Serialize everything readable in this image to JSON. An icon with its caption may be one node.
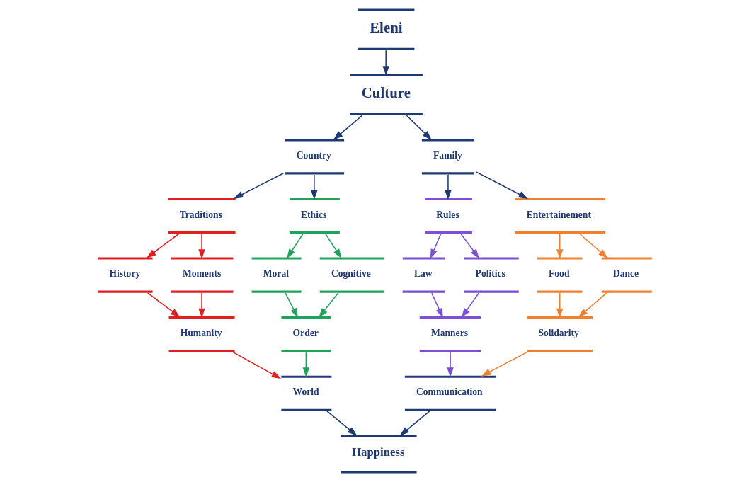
{
  "diagram": {
    "nodes": [
      {
        "text": [
          "Eleni"
        ]
      },
      {
        "text": [
          "Culture"
        ]
      },
      {
        "text": [
          "Country"
        ]
      },
      {
        "text": [
          "Family"
        ]
      },
      {
        "text": [
          "Traditions"
        ]
      },
      {
        "text": [
          "Ethics"
        ]
      },
      {
        "text": [
          "Rules"
        ]
      },
      {
        "text": [
          "Entertainement"
        ]
      },
      {
        "text": [
          "History"
        ]
      },
      {
        "text": [
          "Moments"
        ]
      },
      {
        "text": [
          "Moral"
        ]
      },
      {
        "text": [
          "Cognitive"
        ]
      },
      {
        "text": [
          "Law"
        ]
      },
      {
        "text": [
          "Politics"
        ]
      },
      {
        "text": [
          "Food"
        ]
      },
      {
        "text": [
          "Dance"
        ]
      },
      {
        "text": [
          "Humanity"
        ]
      },
      {
        "text": [
          "Order"
        ]
      },
      {
        "text": [
          "Manners"
        ]
      },
      {
        "text": [
          "Solidarity"
        ]
      },
      {
        "text": [
          "World"
        ]
      },
      {
        "text": [
          "Communication"
        ]
      },
      {
        "text": [
          "Happiness"
        ]
      }
    ],
    "edges": [
      {
        "from": 0,
        "to": 1,
        "arrow": "to"
      },
      {
        "from": 1,
        "to": 2,
        "arrow": "to"
      },
      {
        "from": 1,
        "to": 3,
        "arrow": "to"
      },
      {
        "from": 2,
        "to": 4,
        "arrow": "to"
      },
      {
        "from": 2,
        "to": 5,
        "arrow": "to"
      },
      {
        "from": 3,
        "to": 6,
        "arrow": "to"
      },
      {
        "from": 3,
        "to": 7,
        "arrow": "to"
      },
      {
        "from": 4,
        "to": 8,
        "arrow": "to",
        "color": "#e02020"
      },
      {
        "from": 4,
        "to": 9,
        "arrow": "to",
        "color": "#e02020"
      },
      {
        "from": 5,
        "to": 10,
        "arrow": "to",
        "color": "#1fa35a"
      },
      {
        "from": 5,
        "to": 11,
        "arrow": "to",
        "color": "#1fa35a"
      },
      {
        "from": 6,
        "to": 12,
        "arrow": "to",
        "color": "#7b4fd6"
      },
      {
        "from": 6,
        "to": 13,
        "arrow": "to",
        "color": "#7b4fd6"
      },
      {
        "from": 7,
        "to": 14,
        "arrow": "to",
        "color": "#f08030"
      },
      {
        "from": 7,
        "to": 15,
        "arrow": "to",
        "color": "#f08030"
      },
      {
        "from": 8,
        "to": 16,
        "arrow": "to",
        "color": "#e02020"
      },
      {
        "from": 9,
        "to": 16,
        "arrow": "to",
        "color": "#e02020"
      },
      {
        "from": 10,
        "to": 17,
        "arrow": "to",
        "color": "#1fa35a"
      },
      {
        "from": 11,
        "to": 17,
        "arrow": "to",
        "color": "#1fa35a"
      },
      {
        "from": 12,
        "to": 18,
        "arrow": "to",
        "color": "#7b4fd6"
      },
      {
        "from": 13,
        "to": 18,
        "arrow": "to",
        "color": "#7b4fd6"
      },
      {
        "from": 14,
        "to": 19,
        "arrow": "to",
        "color": "#f08030"
      },
      {
        "from": 15,
        "to": 19,
        "arrow": "to",
        "color": "#f08030"
      },
      {
        "from": 16,
        "to": 20,
        "arrow": "to",
        "color": "#e02020"
      },
      {
        "from": 17,
        "to": 20,
        "arrow": "to",
        "color": "#1fa35a"
      },
      {
        "from": 18,
        "to": 21,
        "arrow": "to",
        "color": "#7b4fd6"
      },
      {
        "from": 19,
        "to": 21,
        "arrow": "to",
        "color": "#f08030"
      },
      {
        "from": 20,
        "to": 22,
        "arrow": "to"
      },
      {
        "from": 21,
        "to": 22,
        "arrow": "to"
      }
    ]
  }
}
